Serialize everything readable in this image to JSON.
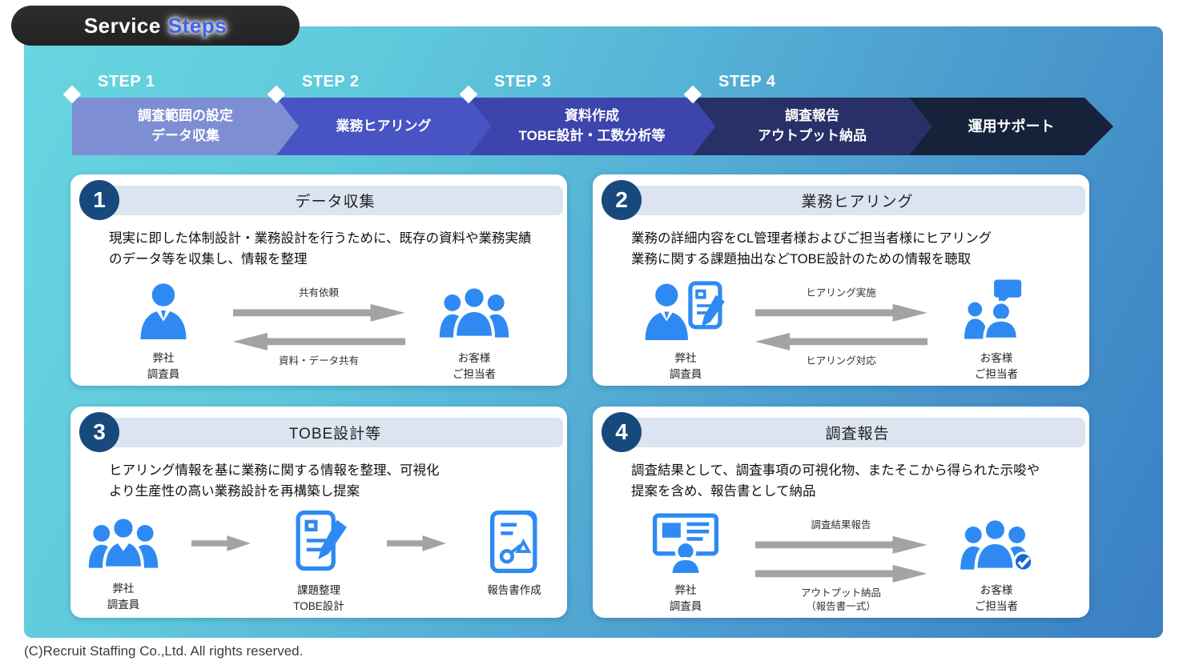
{
  "badge": {
    "service": "Service",
    "steps": "Steps"
  },
  "steps": [
    {
      "label": "STEP 1",
      "line1": "調査範囲の設定",
      "line2": "データ収集",
      "color": "#7d8ed2"
    },
    {
      "label": "STEP 2",
      "line1": "業務ヒアリング",
      "line2": "",
      "color": "#4853c4"
    },
    {
      "label": "STEP 3",
      "line1": "資料作成",
      "line2": "TOBE設計・工数分析等",
      "color": "#3d44ac"
    },
    {
      "label": "STEP 4",
      "line1": "調査報告",
      "line2": "アウトプット納品",
      "color": "#283067"
    },
    {
      "label": "",
      "line1": "運用サポート",
      "line2": "",
      "color": "#15223a"
    }
  ],
  "cards": [
    {
      "num": "1",
      "title": "データ収集",
      "body_line1": "現実に即した体制設計・業務設計を行うために、既存の資料や業務実績",
      "body_line2": "のデータ等を収集し、情報を整理",
      "actor_left_line1": "弊社",
      "actor_left_line2": "調査員",
      "actor_right_line1": "お客様",
      "actor_right_line2": "ご担当者",
      "arrow_top": "共有依頼",
      "arrow_bottom": "資料・データ共有"
    },
    {
      "num": "2",
      "title": "業務ヒアリング",
      "body_line1": "業務の詳細内容をCL管理者様およびご担当者様にヒアリング",
      "body_line2": "業務に関する課題抽出などTOBE設計のための情報を聴取",
      "actor_left_line1": "弊社",
      "actor_left_line2": "調査員",
      "actor_right_line1": "お客様",
      "actor_right_line2": "ご担当者",
      "arrow_top": "ヒアリング実施",
      "arrow_bottom": "ヒアリング対応"
    },
    {
      "num": "3",
      "title": "TOBE設計等",
      "body_line1": "ヒアリング情報を基に業務に関する情報を整理、可視化",
      "body_line2": "より生産性の高い業務設計を再構築し提案",
      "item1_line1": "弊社",
      "item1_line2": "調査員",
      "item2_line1": "課題整理",
      "item2_line2": "TOBE設計",
      "item3_line1": "報告書作成"
    },
    {
      "num": "4",
      "title": "調査報告",
      "body_line1": "調査結果として、調査事項の可視化物、またそこから得られた示唆や",
      "body_line2": "提案を含め、報告書として納品",
      "actor_left_line1": "弊社",
      "actor_left_line2": "調査員",
      "actor_right_line1": "お客様",
      "actor_right_line2": "ご担当者",
      "arrow_top": "調査結果報告",
      "arrow_bottom_line1": "アウトプット納品",
      "arrow_bottom_line2": "（報告書一式）"
    }
  ],
  "footer": {
    "copyright": "(C)Recruit Staffing Co.,Ltd. All rights reserved."
  },
  "colors": {
    "icon_blue": "#2e8af2",
    "arrow_gray": "#a3a3a3",
    "number_circle": "#17497d",
    "title_pill": "#dbe4f0"
  }
}
